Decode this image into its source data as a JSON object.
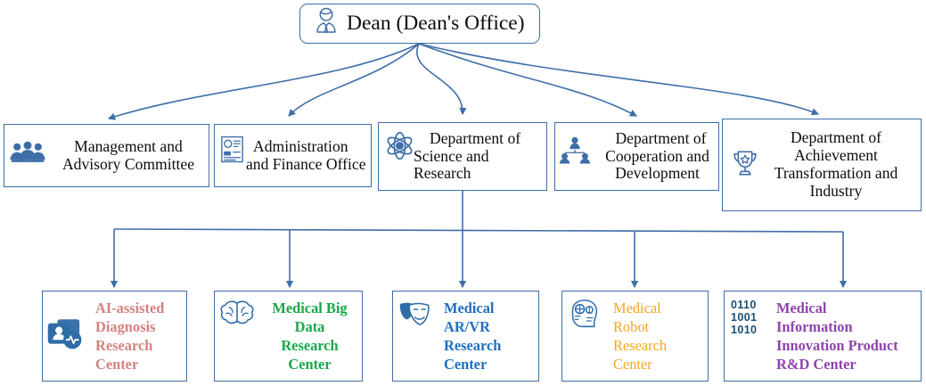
{
  "diagram": {
    "title": "Dean's Office organizational structure chart",
    "type": "org-chart",
    "background_color": "#ffffff",
    "connector_color": "#3e6ea8",
    "box_border_color": "#3e6ea8"
  },
  "root": {
    "id": "dean",
    "label": "Dean (Dean's Office)",
    "icon": "person-tie-icon",
    "icon_color": "#3e6ea8",
    "text_color": "#0d0d0d"
  },
  "tier2": [
    {
      "id": "management-advisory-committee",
      "lines": [
        "Management and",
        "Advisory Committee"
      ],
      "icon": "people-group-icon",
      "icon_color": "#3e6ea8",
      "text_color": "#0d0d0d"
    },
    {
      "id": "administration-finance-office",
      "lines": [
        "Administration",
        "and Finance Office"
      ],
      "icon": "id-document-icon",
      "icon_color": "#3e6ea8",
      "text_color": "#0d0d0d"
    },
    {
      "id": "department-science-research",
      "lines": [
        "Department of",
        "Science and Research"
      ],
      "icon": "atom-icon",
      "icon_color": "#3e6ea8",
      "text_color": "#0d0d0d"
    },
    {
      "id": "department-cooperation-development",
      "lines": [
        "Department of",
        "Cooperation and",
        "Development"
      ],
      "icon": "org-hierarchy-people-icon",
      "icon_color": "#3e6ea8",
      "text_color": "#0d0d0d"
    },
    {
      "id": "department-achievement-transformation",
      "lines": [
        "Department of",
        "Achievement",
        "Transformation and",
        "Industry"
      ],
      "icon": "trophy-star-icon",
      "icon_color": "#3e6ea8",
      "text_color": "#0d0d0d"
    }
  ],
  "tier3": [
    {
      "id": "ai-assisted-diagnosis-research-center",
      "lines": [
        "AI-assisted",
        "Diagnosis",
        "Research",
        "Center"
      ],
      "icon": "patient-monitor-icon",
      "icon_color": "#2f6ca8",
      "text_color": "#d4837e"
    },
    {
      "id": "medical-big-data-research-center",
      "lines": [
        "Medical Big",
        "Data",
        "Research",
        "Center"
      ],
      "icon": "brain-icon",
      "icon_color": "#2f6ca8",
      "text_color": "#18a84a"
    },
    {
      "id": "medical-ar-vr-research-center",
      "lines": [
        "Medical",
        "AR/VR",
        "Research",
        "Center"
      ],
      "icon": "theater-masks-icon",
      "icon_color": "#2f6ca8",
      "text_color": "#1f6ec0"
    },
    {
      "id": "medical-robot-research-center",
      "lines": [
        "Medical",
        "Robot",
        "Research",
        "Center"
      ],
      "icon": "robot-head-icon",
      "icon_color": "#2f6ca8",
      "text_color": "#f5a623"
    },
    {
      "id": "medical-information-innovation-product-rd-center",
      "lines": [
        "Medical",
        "Information",
        "Innovation Product",
        "R&D Center"
      ],
      "icon": "binary-code-icon",
      "icon_color": "#1b4f72",
      "icon_text": [
        "0110",
        "1001",
        "1010"
      ],
      "text_color": "#8e44ad"
    }
  ]
}
